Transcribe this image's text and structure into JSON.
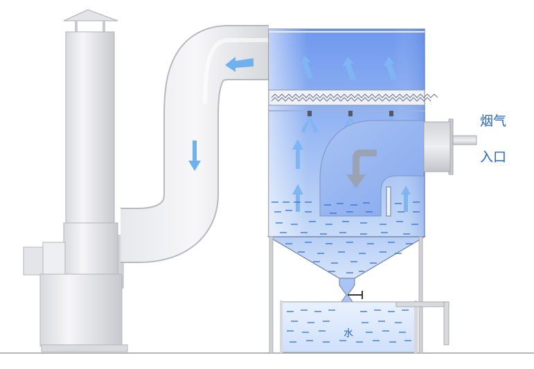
{
  "labels": {
    "inlet_line1": "烟气",
    "inlet_line2": "入口",
    "water": "水"
  },
  "colors": {
    "metal_light": "#f2f2f4",
    "metal_mid": "#dcdde2",
    "metal_dark": "#b9bac2",
    "tank_blue_top": "#6f98ee",
    "tank_blue_bottom": "#bcd2f6",
    "water_dash": "#2f6ed8",
    "arrow_blue": "#6fb0ee",
    "label_blue": "#1f66c8"
  },
  "icons": {
    "flow_arrow": "arrow-icon",
    "spray_nozzle": "nozzle-icon",
    "valve": "valve-icon"
  }
}
